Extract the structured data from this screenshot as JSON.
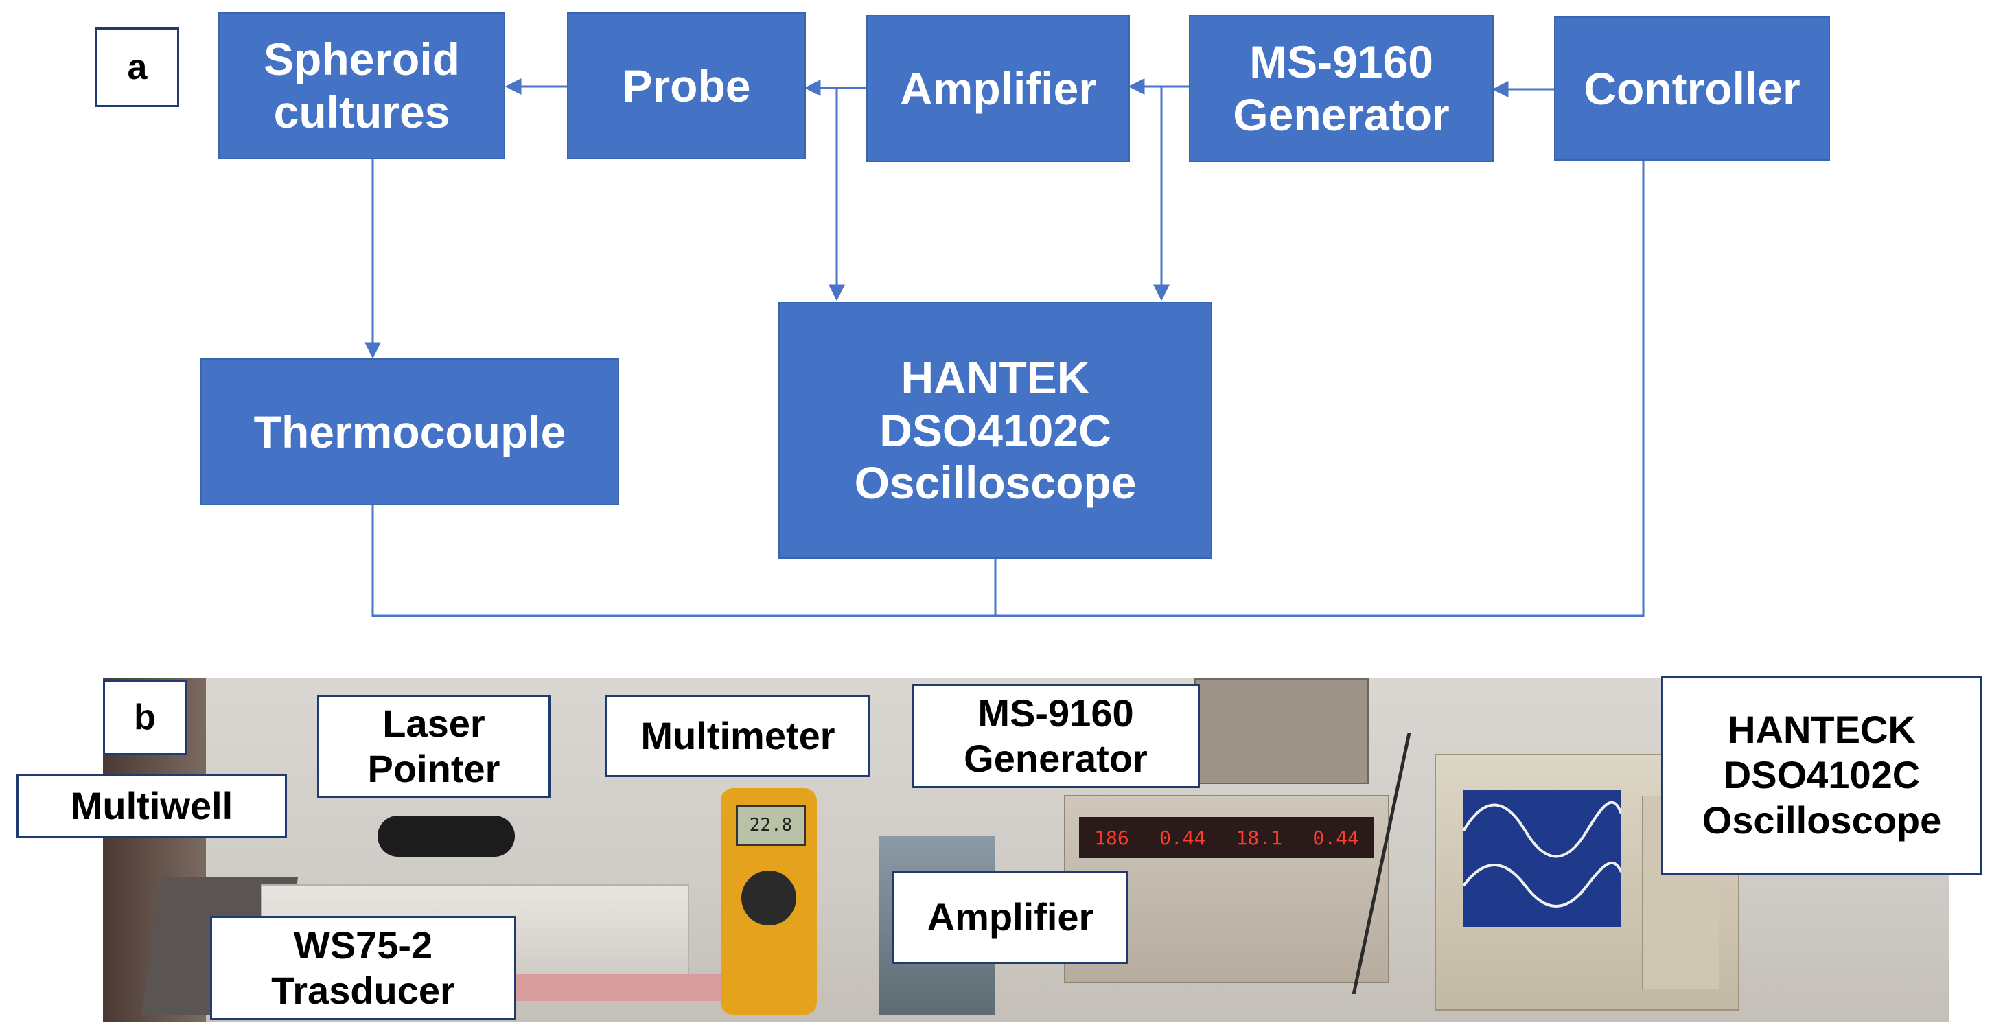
{
  "panel_a": {
    "label": "a",
    "blocks": {
      "spheroid": "Spheroid\ncultures",
      "probe": "Probe",
      "amplifier": "Amplifier",
      "generator": "MS-9160\nGenerator",
      "controller": "Controller",
      "thermocouple": "Thermocouple",
      "oscilloscope": "HANTEK\nDSO4102C\nOscilloscope"
    },
    "colors": {
      "block_fill": "#4472c4",
      "connector": "#4a74c6"
    }
  },
  "panel_b": {
    "label": "b",
    "callouts": {
      "multiwell": "Multiwell",
      "laser_pointer": "Laser\nPointer",
      "multimeter": "Multimeter",
      "generator": "MS-9160\nGenerator",
      "oscilloscope": "HANTECK\nDSO4102C\nOscilloscope",
      "amplifier": "Amplifier",
      "transducer": "WS75-2\nTrasducer"
    },
    "multimeter_display": "22.8",
    "power_supply_displays": [
      "186",
      "0.44",
      "18.1",
      "0.44"
    ]
  }
}
